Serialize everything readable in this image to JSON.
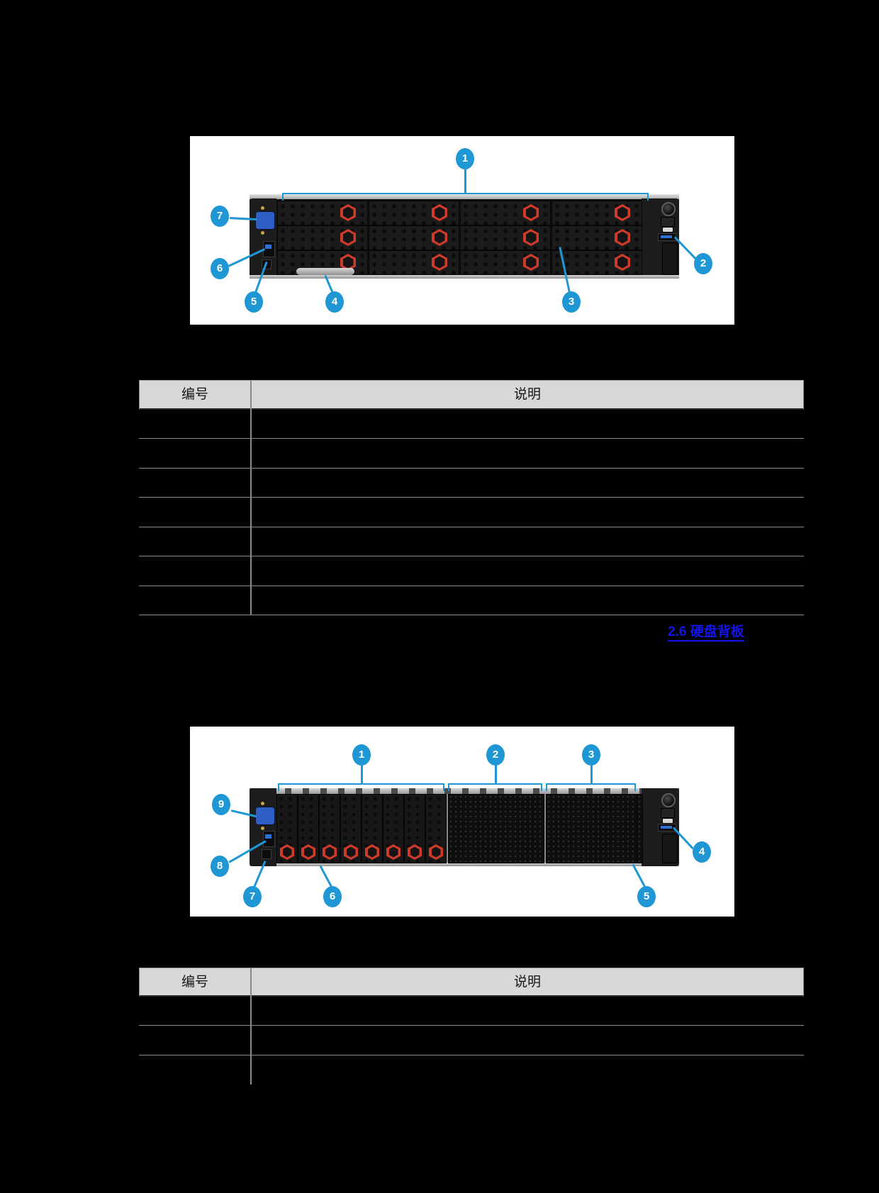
{
  "document": {
    "background_color": "#000000",
    "accent_blue": "#1f97d4",
    "hex_ring_red": "#cf3b2a"
  },
  "figure1": {
    "description": "server front view with 12 x 3.5-inch drive bays",
    "callouts": [
      "1",
      "2",
      "3",
      "4",
      "5",
      "6",
      "7"
    ]
  },
  "table1": {
    "headers": [
      "编号",
      "说明"
    ],
    "rows": [
      "",
      "",
      "",
      "",
      "",
      "",
      ""
    ]
  },
  "link": {
    "text": "2.6 硬盘背板",
    "color": "#1414ea"
  },
  "figure2": {
    "description": "server front view with 8 x 2.5-inch drive bays and mesh panels",
    "callouts": [
      "1",
      "2",
      "3",
      "4",
      "5",
      "6",
      "7",
      "8",
      "9"
    ]
  },
  "table2": {
    "headers": [
      "编号",
      "说明"
    ],
    "rows": [
      "",
      "",
      ""
    ]
  }
}
